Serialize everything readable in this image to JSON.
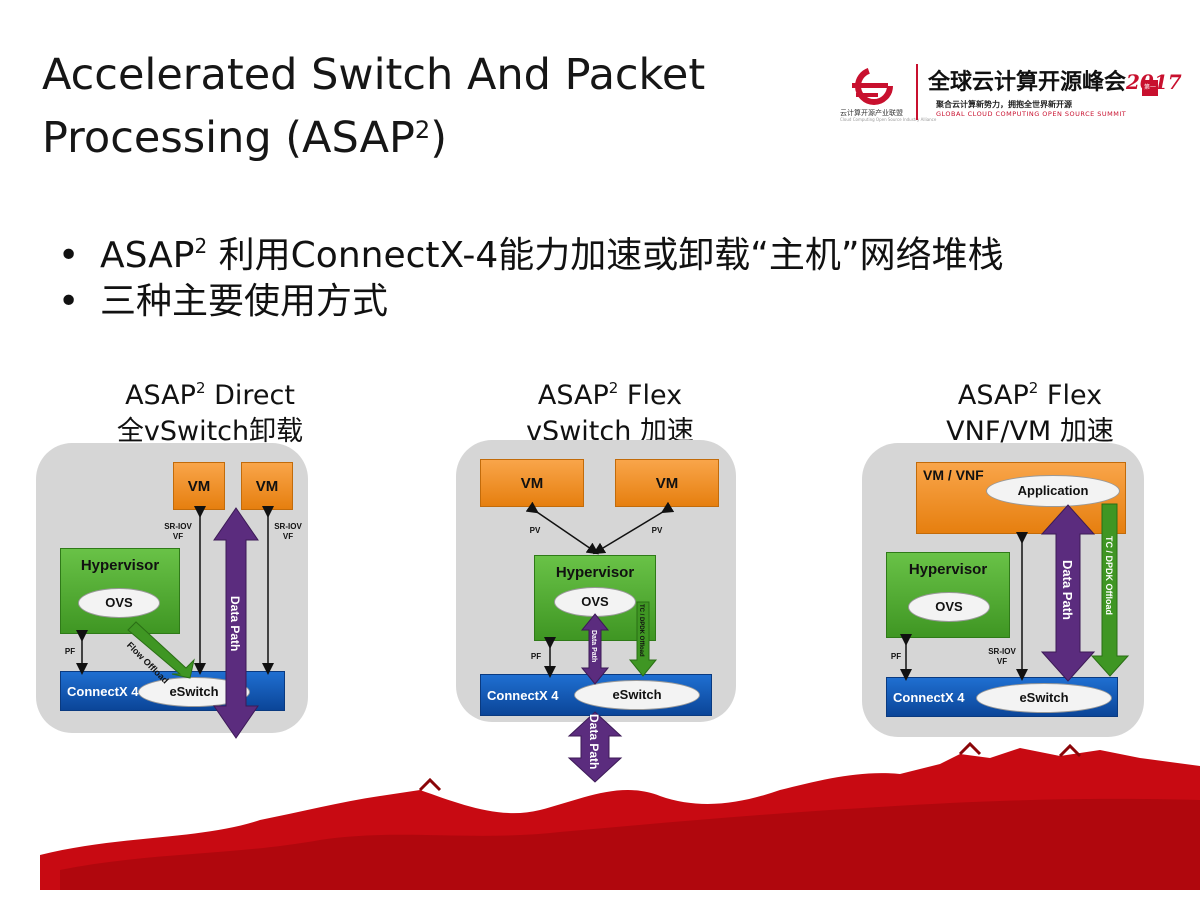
{
  "title_line1": "Accelerated Switch And Packet",
  "title_line2_text": "Processing (ASAP",
  "title_line2_sup": "2",
  "title_line2_end": ")",
  "logo": {
    "cn_text": "全球云计算开源峰会",
    "year": "2017",
    "tag": "第一届",
    "sub_cn": "聚合云计算新势力，拥抱全世界新开源",
    "sub_en": "GLOBAL CLOUD COMPUTING OPEN SOURCE SUMMIT",
    "org_cn": "云计算开源产业联盟",
    "org_en": "Cloud Computing Open Source Industry Alliance"
  },
  "bullets": [
    {
      "prefix": "ASAP",
      "sup": "2",
      "text": " 利用ConnectX-4能力加速或卸载“主机”网络堆栈"
    },
    {
      "text": "三种主要使用方式"
    }
  ],
  "bullet_marker": "•",
  "diagrams": [
    {
      "heading_prefix": "ASAP",
      "heading_sup": "2",
      "heading_rest": " Direct",
      "heading_line2": "全vSwitch卸载"
    },
    {
      "heading_prefix": "ASAP",
      "heading_sup": "2",
      "heading_rest": " Flex",
      "heading_line2": "vSwitch 加速"
    },
    {
      "heading_prefix": "ASAP",
      "heading_sup": "2",
      "heading_rest": " Flex",
      "heading_line2": "VNF/VM 加速"
    }
  ],
  "labels": {
    "vm": "VM",
    "hypervisor": "Hypervisor",
    "ovs": "OVS",
    "connectx": "ConnectX 4",
    "eswitch": "eSwitch",
    "sriov_vf": "SR-IOV\nVF",
    "pf": "PF",
    "pv": "PV",
    "data_path": "Data Path",
    "flow_offload": "Flow Offload",
    "tc_dpdk_offload": "TC / DPDK Offload",
    "vm_vnf": "VM / VNF",
    "application": "Application"
  }
}
